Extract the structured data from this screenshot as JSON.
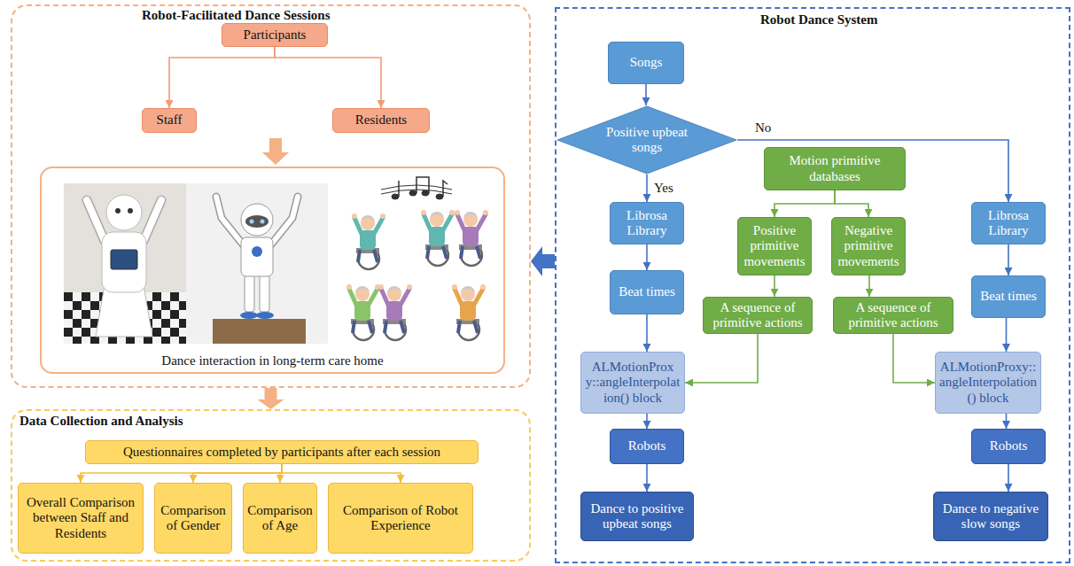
{
  "diagram": {
    "nodes": [
      {
        "text": [
          "Robot-Facilitated Dance Sessions"
        ]
      },
      {
        "text": [
          "Participants"
        ],
        "in": 0
      },
      {
        "text": [
          "Staff"
        ],
        "in": 0
      },
      {
        "text": [
          "Residents"
        ],
        "in": 0
      },
      {
        "text": [
          "Dance interaction in long-term care home"
        ],
        "in": 0
      },
      {
        "text": [
          "Data Collection and Analysis"
        ]
      },
      {
        "text": [
          "Questionnaires completed by participants after each session"
        ],
        "in": 5
      },
      {
        "text": [
          "Overall Comparison between Staff and Residents"
        ],
        "in": 5
      },
      {
        "text": [
          "Comparison of Gender"
        ],
        "in": 5
      },
      {
        "text": [
          "Comparison of Age"
        ],
        "in": 5
      },
      {
        "text": [
          "Comparison of Robot Experience"
        ],
        "in": 5
      },
      {
        "text": [
          "Robot Dance System"
        ]
      },
      {
        "text": [
          "Songs"
        ],
        "in": 11
      },
      {
        "text": [
          "Positive upbeat songs"
        ],
        "in": 11
      },
      {
        "text": [
          "Motion primitive databases"
        ],
        "in": 11
      },
      {
        "text": [
          "Librosa Library"
        ],
        "in": 11
      },
      {
        "text": [
          "Positive primitive movements"
        ],
        "in": 11
      },
      {
        "text": [
          "Negative primitive movements"
        ],
        "in": 11
      },
      {
        "text": [
          "Librosa Library"
        ],
        "in": 11
      },
      {
        "text": [
          "Beat times"
        ],
        "in": 11
      },
      {
        "text": [
          "A sequence of primitive actions"
        ],
        "in": 11
      },
      {
        "text": [
          "A sequence of primitive actions"
        ],
        "in": 11
      },
      {
        "text": [
          "Beat times"
        ],
        "in": 11
      },
      {
        "text": [
          "ALMotionProxy::angleInterpolation() block"
        ],
        "in": 11
      },
      {
        "text": [
          "ALMotionProxy::angleInterpolation() block"
        ],
        "in": 11
      },
      {
        "text": [
          "Robots"
        ],
        "in": 11
      },
      {
        "text": [
          "Robots"
        ],
        "in": 11
      },
      {
        "text": [
          "Dance to positive upbeat songs"
        ],
        "in": 11
      },
      {
        "text": [
          "Dance to negative slow songs"
        ],
        "in": 11
      }
    ],
    "edges": [
      {
        "from": 1,
        "to": 2,
        "arrow": "to"
      },
      {
        "from": 1,
        "to": 3,
        "arrow": "to"
      },
      {
        "from": 0,
        "to": 5,
        "arrow": "to"
      },
      {
        "from": 6,
        "to": 7,
        "arrow": "to"
      },
      {
        "from": 6,
        "to": 8,
        "arrow": "to"
      },
      {
        "from": 6,
        "to": 9,
        "arrow": "to"
      },
      {
        "from": 6,
        "to": 10,
        "arrow": "to"
      },
      {
        "from": 11,
        "to": 0,
        "arrow": "to"
      },
      {
        "from": 12,
        "to": 13,
        "arrow": "to"
      },
      {
        "from": 13,
        "to": 15,
        "label": "Yes",
        "arrow": "to"
      },
      {
        "from": 13,
        "to": 18,
        "label": "No",
        "arrow": "to"
      },
      {
        "from": 14,
        "to": 16,
        "arrow": "to"
      },
      {
        "from": 14,
        "to": 17,
        "arrow": "to"
      },
      {
        "from": 15,
        "to": 19,
        "arrow": "to"
      },
      {
        "from": 18,
        "to": 22,
        "arrow": "to"
      },
      {
        "from": 16,
        "to": 20,
        "arrow": "to"
      },
      {
        "from": 17,
        "to": 21,
        "arrow": "to"
      },
      {
        "from": 19,
        "to": 23,
        "arrow": "to"
      },
      {
        "from": 20,
        "to": 23,
        "arrow": "to"
      },
      {
        "from": 21,
        "to": 24,
        "arrow": "to"
      },
      {
        "from": 22,
        "to": 24,
        "arrow": "to"
      },
      {
        "from": 23,
        "to": 25,
        "arrow": "to"
      },
      {
        "from": 24,
        "to": 26,
        "arrow": "to"
      },
      {
        "from": 25,
        "to": 27,
        "arrow": "to"
      },
      {
        "from": 26,
        "to": 28,
        "arrow": "to"
      }
    ]
  }
}
